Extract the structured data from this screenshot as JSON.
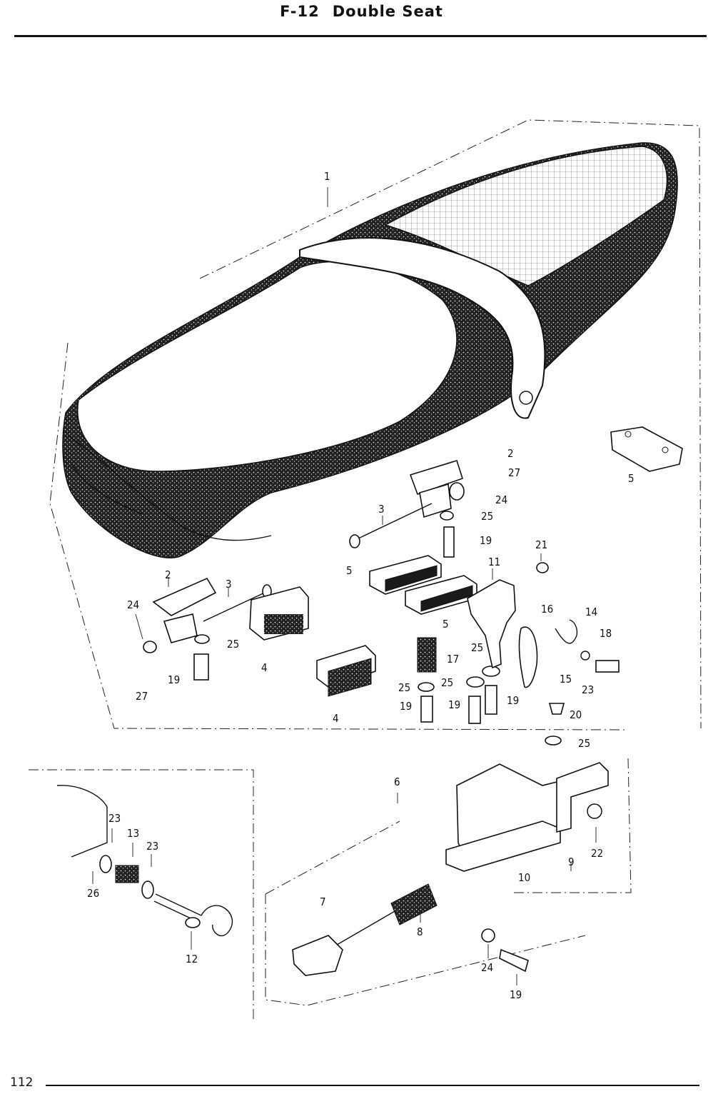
{
  "header": {
    "code": "F-12",
    "title": "Double Seat"
  },
  "footer": {
    "page_number": "112"
  },
  "callouts": {
    "c1": "1",
    "c2a": "2",
    "c27a": "27",
    "c5a": "5",
    "c24a": "24",
    "c3a": "3",
    "c25a": "25",
    "c19a": "19",
    "c21": "21",
    "c5b": "5",
    "c11": "11",
    "c2b": "2",
    "c3b": "3",
    "c24b": "24",
    "c16": "16",
    "c14": "14",
    "c18": "18",
    "c25b": "25",
    "c4a": "4",
    "c5c": "5",
    "c17": "17",
    "c25c": "25",
    "c15": "15",
    "c23a": "23",
    "c19b": "19",
    "c25d": "25",
    "c25e": "25",
    "c4b": "4",
    "c27b": "27",
    "c19c": "19",
    "c19d": "19",
    "c19e": "19",
    "c20": "20",
    "c25f": "25",
    "c6": "6",
    "c23b": "23",
    "c13": "13",
    "c23c": "23",
    "c26": "26",
    "c12": "12",
    "c7": "7",
    "c8": "8",
    "c9": "9",
    "c22": "22",
    "c10": "10",
    "c24c": "24",
    "c19f": "19"
  }
}
